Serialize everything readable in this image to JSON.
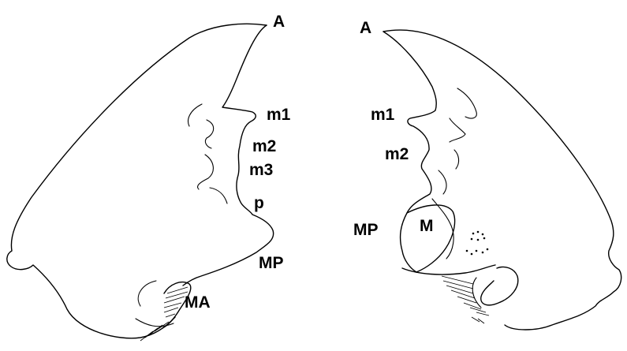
{
  "left_mandible": {
    "labels": {
      "apex": "A",
      "m1": "m1",
      "m2": "m2",
      "m3": "m3",
      "premolar": "p",
      "molar_plate": "MP",
      "mandibular_articulation": "MA"
    }
  },
  "right_mandible": {
    "labels": {
      "apex": "A",
      "m1": "m1",
      "m2": "m2",
      "molar_plate": "MP",
      "mola": "M"
    }
  }
}
